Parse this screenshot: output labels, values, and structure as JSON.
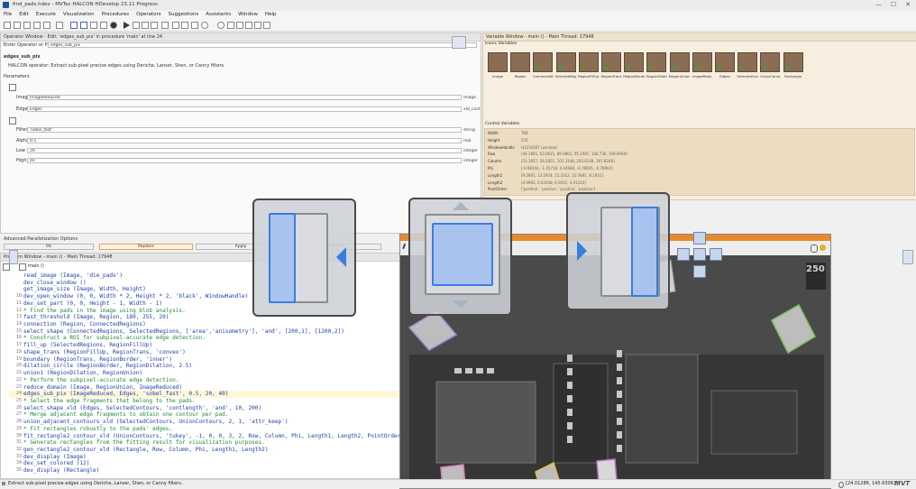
{
  "window": {
    "title": "find_pads.hdev - MVTec HALCON HDevelop 23.11 Progress",
    "controls": [
      "—",
      "☐",
      "✕"
    ]
  },
  "menu": [
    "File",
    "Edit",
    "Execute",
    "Visualization",
    "Procedures",
    "Operators",
    "Suggestions",
    "Assistants",
    "Window",
    "Help"
  ],
  "operator_window": {
    "title": "Operator Window - Edit: 'edges_sub_pix' in procedure 'main' at line 24",
    "prompt_label": "Enter Operator or Procedure",
    "operator_value": "edges_sub_pix",
    "operator_name": "edges_sub_pix",
    "description": "HALCON operator: Extract sub-pixel precise edges using Deriche, Lanser, Shen, or Canny filters.",
    "parameters_label": "Parameters",
    "params": [
      {
        "name": "Image",
        "value": "ImageReduced",
        "type": "image"
      },
      {
        "name": "Edges",
        "value": "Edges",
        "type": "xld_cont"
      },
      {
        "name": "Filter",
        "value": "'sobel_fast'",
        "type": "string"
      },
      {
        "name": "Alpha",
        "value": "0.5",
        "type": "real"
      },
      {
        "name": "Low",
        "value": "20",
        "type": "integer"
      },
      {
        "name": "High",
        "value": "40",
        "type": "integer"
      }
    ],
    "advanced_label": "Advanced Parallelization Options",
    "buttons": {
      "ok": "Ok",
      "replace": "Replace",
      "apply": "Apply",
      "cancel": "Cancel"
    }
  },
  "program_window": {
    "title": "Program Window - main () - Main Thread: 17948",
    "proc_label": "main ()"
  },
  "code_lines": [
    {
      "n": "",
      "t": "read_image (Image, 'die_pads')",
      "c": false
    },
    {
      "n": "",
      "t": "dev_close_window ()",
      "c": false
    },
    {
      "n": "",
      "t": "get_image_size (Image, Width, Height)",
      "c": false
    },
    {
      "n": "10",
      "t": "dev_open_window (0, 0, Width * 2, Height * 2, 'black', WindowHandle)",
      "c": false
    },
    {
      "n": "11",
      "t": "dev_set_part (0, 0, Height - 1, Width - 1)",
      "c": false
    },
    {
      "n": "12",
      "t": "* Find the pads in the image using blob analysis.",
      "c": true
    },
    {
      "n": "13",
      "t": "fast_threshold (Image, Region, 180, 255, 20)",
      "c": false
    },
    {
      "n": "14",
      "t": "connection (Region, ConnectedRegions)",
      "c": false
    },
    {
      "n": "15",
      "t": "select_shape (ConnectedRegions, SelectedRegions, ['area','anisometry'], 'and', [200,1], [1200,2])",
      "c": false
    },
    {
      "n": "16",
      "t": "* Construct a ROI for subpixel-accurate edge detection.",
      "c": true
    },
    {
      "n": "17",
      "t": "fill_up (SelectedRegions, RegionFillUp)",
      "c": false
    },
    {
      "n": "18",
      "t": "shape_trans (RegionFillUp, RegionTrans, 'convex')",
      "c": false
    },
    {
      "n": "19",
      "t": "boundary (RegionTrans, RegionBorder, 'inner')",
      "c": false
    },
    {
      "n": "20",
      "t": "dilation_circle (RegionBorder, RegionDilation, 2.5)",
      "c": false
    },
    {
      "n": "21",
      "t": "union1 (RegionDilation, RegionUnion)",
      "c": false
    },
    {
      "n": "22",
      "t": "* Perform the subpixel-accurate edge detection.",
      "c": true
    },
    {
      "n": "23",
      "t": "reduce_domain (Image, RegionUnion, ImageReduced)",
      "c": false
    },
    {
      "n": "24",
      "t": "edges_sub_pix (ImageReduced, Edges, 'sobel_fast', 0.5, 20, 40)",
      "c": false
    },
    {
      "n": "25",
      "t": "* Select the edge fragments that belong to the pads.",
      "c": true
    },
    {
      "n": "26",
      "t": "select_shape_xld (Edges, SelectedContours, 'contlength', 'and', 10, 200)",
      "c": false
    },
    {
      "n": "27",
      "t": "* Merge adjacent edge fragments to obtain one contour per pad.",
      "c": true
    },
    {
      "n": "28",
      "t": "union_adjacent_contours_xld (SelectedContours, UnionContours, 2, 1, 'attr_keep')",
      "c": false
    },
    {
      "n": "29",
      "t": "* Fit rectangles robustly to the pads' edges.",
      "c": true
    },
    {
      "n": "30",
      "t": "fit_rectangle2_contour_xld (UnionContours, 'tukey', -1, 0, 0, 3, 2, Row, Column, Phi, Length1, Length2, PointOrder)",
      "c": false
    },
    {
      "n": "31",
      "t": "* Generate rectangles from the fitting result for visualization purposes.",
      "c": true
    },
    {
      "n": "32",
      "t": "gen_rectangle2_contour_xld (Rectangle, Row, Column, Phi, Length1, Length2)",
      "c": false
    },
    {
      "n": "33",
      "t": "dev_display (Image)",
      "c": false
    },
    {
      "n": "34",
      "t": "dev_set_colored (12)",
      "c": false
    },
    {
      "n": "35",
      "t": "dev_display (Rectangle)",
      "c": false
    }
  ],
  "variable_window": {
    "title": "Variable Window - main () - Main Thread: 17948",
    "iconic_label": "Iconic Variables",
    "iconic": [
      "Image",
      "Region",
      "ConnectedR",
      "SelectedReg",
      "RegionFillUp",
      "RegionTrans",
      "RegionBorde",
      "RegionDilati",
      "RegionUnion",
      "ImageRedu",
      "Edges",
      "SelectedCon",
      "UnionConto",
      "Rectangle"
    ],
    "control_label": "Control Variables",
    "controls": [
      {
        "name": "Width",
        "value": "768"
      },
      {
        "name": "Height",
        "value": "576"
      },
      {
        "name": "WindowHandle",
        "value": "H1234567 (window)"
      },
      {
        "name": "Row",
        "value": "[46.3865, 63.0615, 89.0801, 95.1987, 108.736, 109.9908]"
      },
      {
        "name": "Column",
        "value": "[53.1857, 58.2851, 102.3148, 205.8148, 187.8268]"
      },
      {
        "name": "Phi",
        "value": "[-0.98244, -1.45718, 0.44984, -0.78905, -0.78904]"
      },
      {
        "name": "Length1",
        "value": "[9.2891, 13.2934, 15.3312, 10.7891, 8.2931]"
      },
      {
        "name": "Length2",
        "value": "[4.9983, 6.02948, 6.0021, 4.91203]"
      },
      {
        "name": "PointOrder",
        "value": "['positive', 'positive', 'positive', 'positive']"
      }
    ]
  },
  "graphics": {
    "scale_label": "250"
  },
  "status": {
    "message": "Extract sub-pixel precise edges using Deriche, Lanser, Shen, or Canny filters.",
    "coords": "[24.01286, 145.63063]",
    "logo": "MVT"
  },
  "colors": {
    "accent_orange": "#e98a2a",
    "variable_bg": "#f7eedf",
    "code_blue": "#1e3fa6",
    "comment_green": "#1f8a3a",
    "dock_blue": "#3a7de0"
  }
}
